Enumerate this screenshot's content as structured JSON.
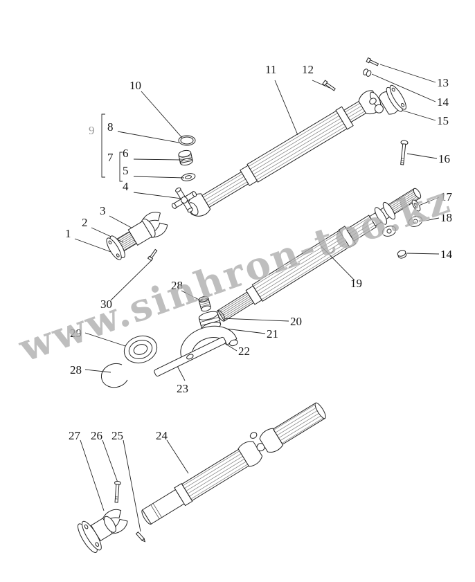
{
  "meta": {
    "background": "#ffffff",
    "line_color": "#222222",
    "watermark_color": "#6e6e6e"
  },
  "watermark": {
    "text": "www.sinhron-too.kz"
  },
  "labels": [
    {
      "text": "1"
    },
    {
      "text": "2"
    },
    {
      "text": "3"
    },
    {
      "text": "4"
    },
    {
      "text": "5"
    },
    {
      "text": "6"
    },
    {
      "text": "7"
    },
    {
      "text": "8"
    },
    {
      "text": "9"
    },
    {
      "text": "10"
    },
    {
      "text": "11"
    },
    {
      "text": "12"
    },
    {
      "text": "13"
    },
    {
      "text": "14"
    },
    {
      "text": "15"
    },
    {
      "text": "16"
    },
    {
      "text": "17"
    },
    {
      "text": "18"
    },
    {
      "text": "14"
    },
    {
      "text": "19"
    },
    {
      "text": "20"
    },
    {
      "text": "21"
    },
    {
      "text": "22"
    },
    {
      "text": "23"
    },
    {
      "text": "24"
    },
    {
      "text": "25"
    },
    {
      "text": "26"
    },
    {
      "text": "27"
    },
    {
      "text": "28"
    },
    {
      "text": "28"
    },
    {
      "text": "29"
    },
    {
      "text": "30"
    }
  ]
}
